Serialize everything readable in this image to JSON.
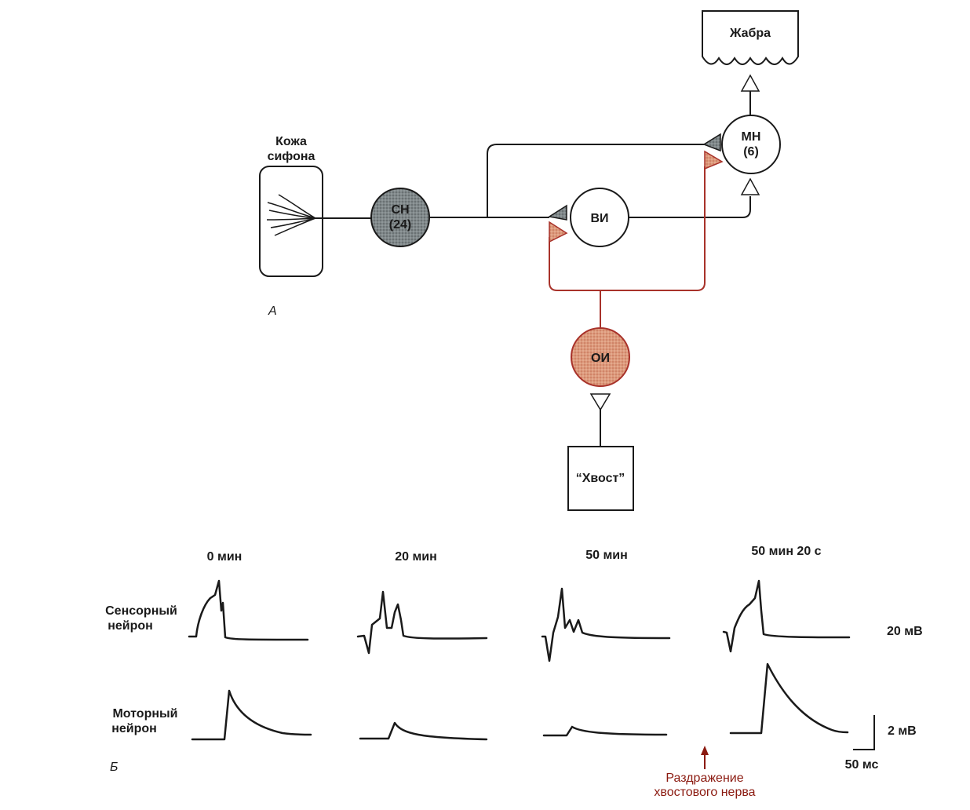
{
  "panel_a": {
    "panel_label": "А",
    "siphon_skin_line1": "Кожа",
    "siphon_skin_line2": "сифона",
    "sensory_neuron_line1": "СН",
    "sensory_neuron_line2": "(24)",
    "interneuron": "ВИ",
    "motor_neuron_line1": "МН",
    "motor_neuron_line2": "(6)",
    "gill": "Жабра",
    "facilitating_interneuron": "ОИ",
    "tail": "“Хвост”"
  },
  "panel_b": {
    "panel_label": "Б",
    "times": [
      "0 мин",
      "20 мин",
      "50 мин",
      "50 мин  20 с"
    ],
    "sensory_label_line1": "Сенсорный",
    "sensory_label_line2": "нейрон",
    "motor_label_line1": "Моторный",
    "motor_label_line2": "нейрон",
    "scale_sensory": "20 мВ",
    "scale_motor": "2 мВ",
    "scale_time": "50 мс",
    "stimulus_line1": "Раздражение",
    "stimulus_line2": "хвостового нерва"
  },
  "colors": {
    "line": "#1a1a1a",
    "facilitating_pathway": "#a8322a",
    "facilitating_fill": "#dc9a7c",
    "sensory_neuron_fill": "#6e7476",
    "stimulus_text": "#8b1a10"
  }
}
